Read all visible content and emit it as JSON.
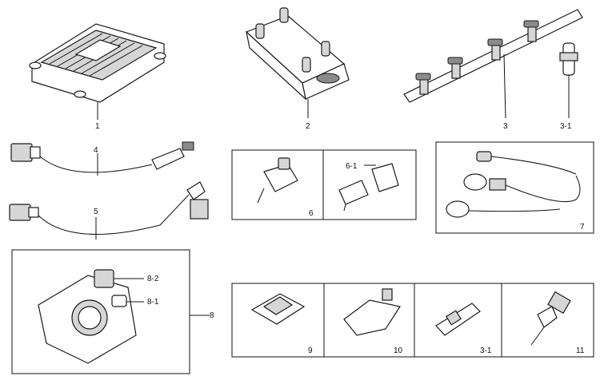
{
  "labels": {
    "l1": "1",
    "l2": "2",
    "l3": "3",
    "l3_1_top": "3-1",
    "l4": "4",
    "l5": "5",
    "l6": "6",
    "l6_1": "6-1",
    "l7": "7",
    "l8": "8",
    "l8_1": "8-1",
    "l8_2": "8-2",
    "l9": "9",
    "l10": "10",
    "l3_1_bottom": "3-1",
    "l11": "11"
  }
}
